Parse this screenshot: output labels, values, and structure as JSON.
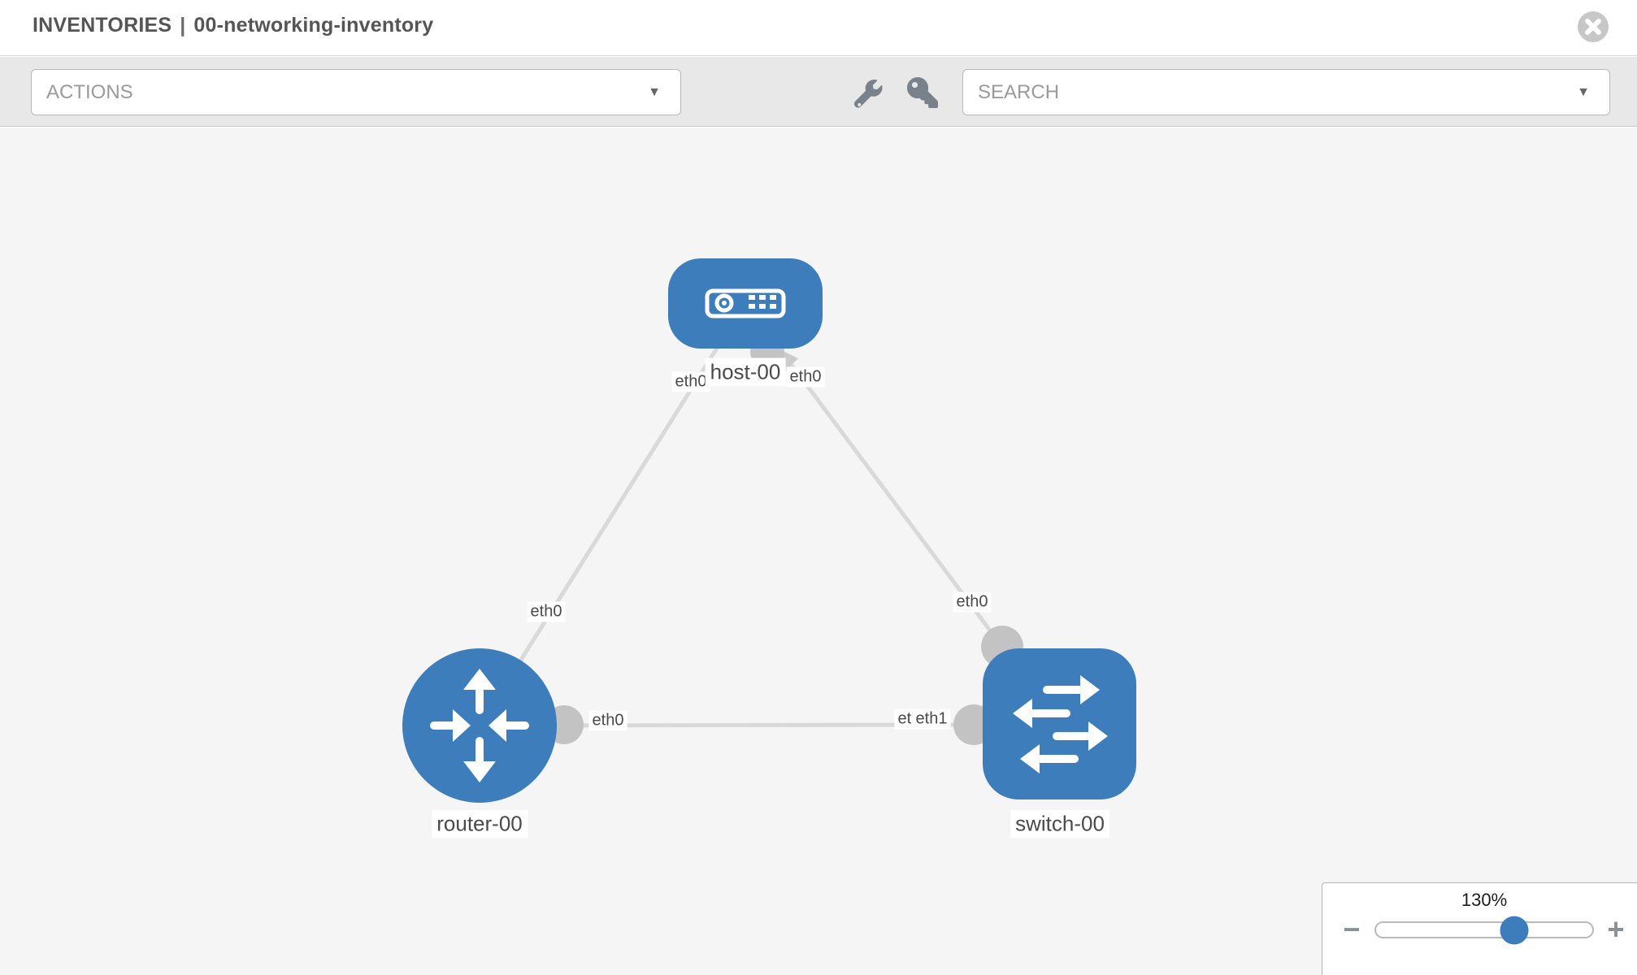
{
  "header": {
    "section": "INVENTORIES",
    "separator": "|",
    "inventory_name": "00-networking-inventory"
  },
  "toolbar": {
    "actions_label": "ACTIONS",
    "search_placeholder": "SEARCH",
    "caret": "▼"
  },
  "diagram": {
    "nodes": [
      {
        "id": "host-00",
        "label": "host-00",
        "type": "host"
      },
      {
        "id": "router-00",
        "label": "router-00",
        "type": "router"
      },
      {
        "id": "switch-00",
        "label": "switch-00",
        "type": "switch"
      }
    ],
    "links": [
      {
        "from": "host-00",
        "from_iface": "eth0",
        "to": "router-00",
        "to_iface": "eth0"
      },
      {
        "from": "host-00",
        "from_iface": "eth0",
        "to": "switch-00",
        "to_iface": "eth0"
      },
      {
        "from": "router-00",
        "from_iface": "eth0",
        "to": "switch-00",
        "to_iface": "eth1"
      }
    ],
    "overlapped_label": "eth0"
  },
  "zoom_control": {
    "level": "130%",
    "minus_label": "−",
    "plus_label": "+",
    "percent": 64
  },
  "colors": {
    "node_fill": "#3d7dbb",
    "link": "#d9d9d9",
    "connector": "#c3c3c3",
    "accent": "#3d7dbb"
  }
}
